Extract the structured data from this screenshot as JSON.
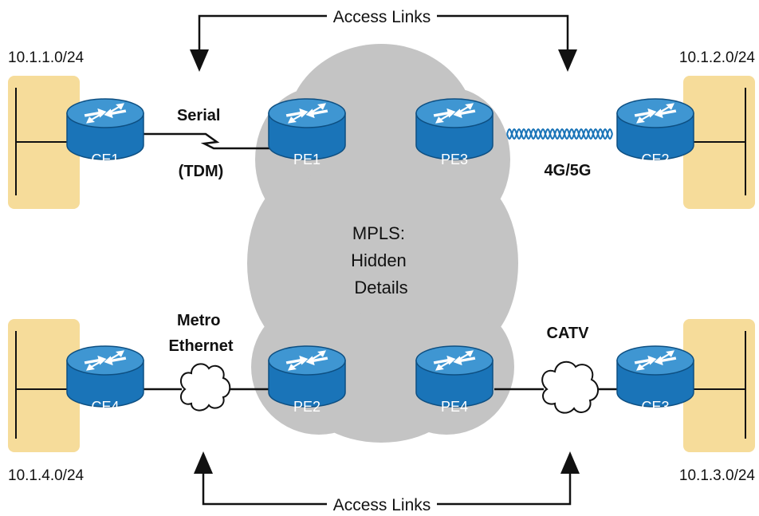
{
  "access_links_top": "Access Links",
  "access_links_bottom": "Access Links",
  "mpls_label": [
    "MPLS:",
    "Hidden",
    "Details"
  ],
  "sites": {
    "ce1_subnet": "10.1.1.0/24",
    "ce2_subnet": "10.1.2.0/24",
    "ce3_subnet": "10.1.3.0/24",
    "ce4_subnet": "10.1.4.0/24"
  },
  "routers": {
    "ce1": "CE1",
    "ce2": "CE2",
    "ce3": "CE3",
    "ce4": "CE4",
    "pe1": "PE1",
    "pe2": "PE2",
    "pe3": "PE3",
    "pe4": "PE4"
  },
  "links": {
    "serial": [
      "Serial",
      "(TDM)"
    ],
    "wireless": "4G/5G",
    "metro": [
      "Metro",
      "Ethernet"
    ],
    "catv": "CATV"
  },
  "colors": {
    "router_body": "#1a74b8",
    "router_top": "#3f96d2",
    "site_fill": "#f6dc9a",
    "cloud_fill": "#c4c4c4",
    "line": "#111111"
  }
}
